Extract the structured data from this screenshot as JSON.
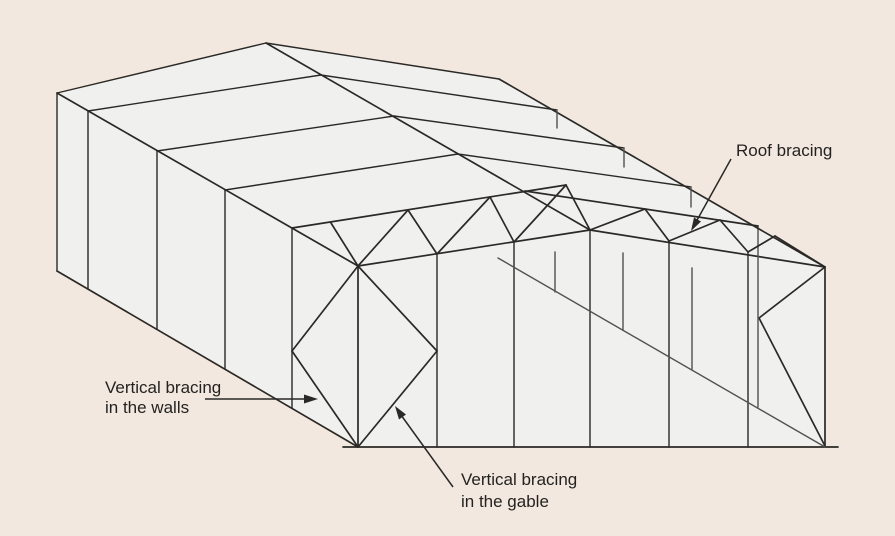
{
  "labels": {
    "roof_bracing": {
      "text": "Roof bracing"
    },
    "wall_bracing": {
      "line1": "Vertical bracing",
      "line2": "in the walls"
    },
    "gable_bracing": {
      "line1": "Vertical bracing",
      "line2": "in the gable"
    }
  },
  "colors": {
    "background": "#f2e8df",
    "building_fill": "#f0f0ee",
    "line_color": "#2b2926",
    "interior_line_color": "#53514e",
    "text_color": "#242220"
  }
}
